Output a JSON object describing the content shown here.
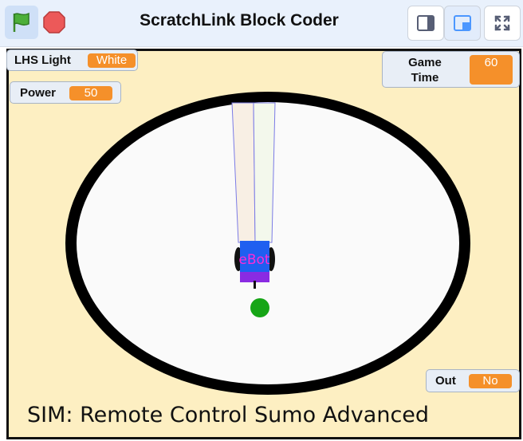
{
  "app": {
    "title": "ScratchLink Block Coder"
  },
  "toolbar": {
    "green_flag": "green-flag-icon",
    "stop": "stop-icon",
    "small_stage": "small-stage-icon",
    "large_stage": "large-stage-icon",
    "fullscreen": "fullscreen-icon"
  },
  "monitors": {
    "lhs_light": {
      "label": "LHS Light",
      "value": "White"
    },
    "power": {
      "label": "Power",
      "value": "50"
    },
    "game_time": {
      "label": "Game Time",
      "value": "60"
    },
    "out": {
      "label": "Out",
      "value": "No"
    }
  },
  "robot": {
    "label": "eBot"
  },
  "stage": {
    "caption": "SIM: Remote Control Sumo Advanced"
  },
  "colors": {
    "stage_bg": "#fdefc2",
    "arena_ring": "#000000",
    "robot_body": "#1f5ff0",
    "robot_text": "#ff2bd6",
    "robot_base": "#8a2be2",
    "ball": "#16a516",
    "pill": "#f5902a"
  }
}
